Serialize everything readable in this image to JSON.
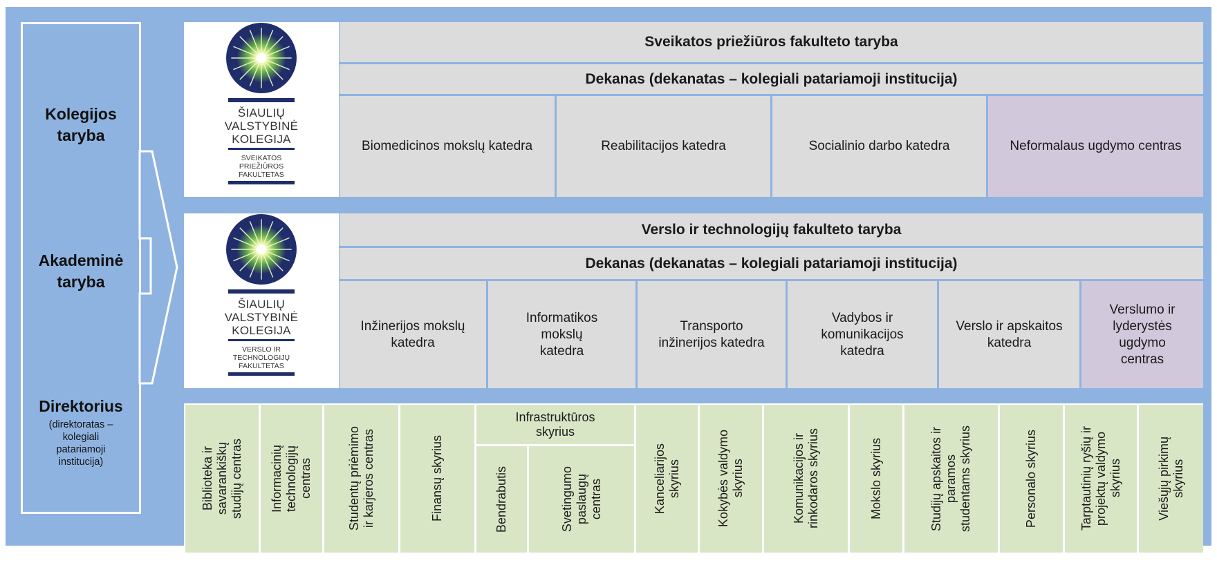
{
  "colors": {
    "frame": "#8fb3e0",
    "header_grey": "#dcdcdc",
    "center_purple": "#d2c8dc",
    "admin_green": "#d9e6c6",
    "logo_navy": "#1f2d6b"
  },
  "governance": {
    "kolegijos_taryba": "Kolegijos\ntaryba",
    "akademine_taryba": "Akademinė\ntaryba",
    "direktorius": "Direktorius",
    "direktorius_note": "(direktoratas –\nkolegiali\npatariamoji\ninstitucija)"
  },
  "logo": {
    "name_lines": [
      "ŠIAULIŲ",
      "VALSTYBINĖ",
      "KOLEGIJA"
    ],
    "sveikatos_sub": [
      "SVEIKATOS",
      "PRIEŽIŪROS",
      "FAKULTETAS"
    ],
    "verslo_sub": [
      "VERSLO IR",
      "TECHNOLOGIJŲ",
      "FAKULTETAS"
    ]
  },
  "sveikatos": {
    "council": "Sveikatos priežiūros fakulteto taryba",
    "dean": "Dekanas (dekanatas – kolegiali patariamoji institucija)",
    "departments": [
      "Biomedicinos mokslų katedra",
      "Reabilitacijos katedra",
      "Socialinio darbo katedra",
      "Neformalaus ugdymo centras"
    ]
  },
  "verslo": {
    "council": "Verslo ir technologijų fakulteto taryba",
    "dean": "Dekanas (dekanatas – kolegiali patariamoji institucija)",
    "departments": [
      "Inžinerijos mokslų\nkatedra",
      "Informatikos\nmokslų\nkatedra",
      "Transporto\ninžinerijos katedra",
      "Vadybos ir\nkomunikacijos\nkatedra",
      "Verslo ir apskaitos\nkatedra",
      "Verslumo ir\nlyderystės\nugdymo\ncentras"
    ]
  },
  "admin": {
    "units": [
      "Biblioteka ir\nsavarankiškų\nstudijų centras",
      "Informacinių\ntechnologijų\ncentras",
      "Studentų priėmimo\nir karjeros centras",
      "Finansų skyrius",
      "Infrastruktūros\nskyrius",
      "Bendrabutis",
      "Svetingumo\npaslaugų\ncentras",
      "Kanceliarijos\nskyrius",
      "Kokybės valdymo\nskyrius",
      "Komunikacijos ir\nrinkodaros skyrius",
      "Mokslo skyrius",
      "Studijų apskaitos ir\nparamos\nstudentams skyrius",
      "Personalo skyrius",
      "Tarptautinių ryšių ir\nprojektų valdymo\nskyrius",
      "Viešųjų pirkimų\nskyrius"
    ]
  }
}
